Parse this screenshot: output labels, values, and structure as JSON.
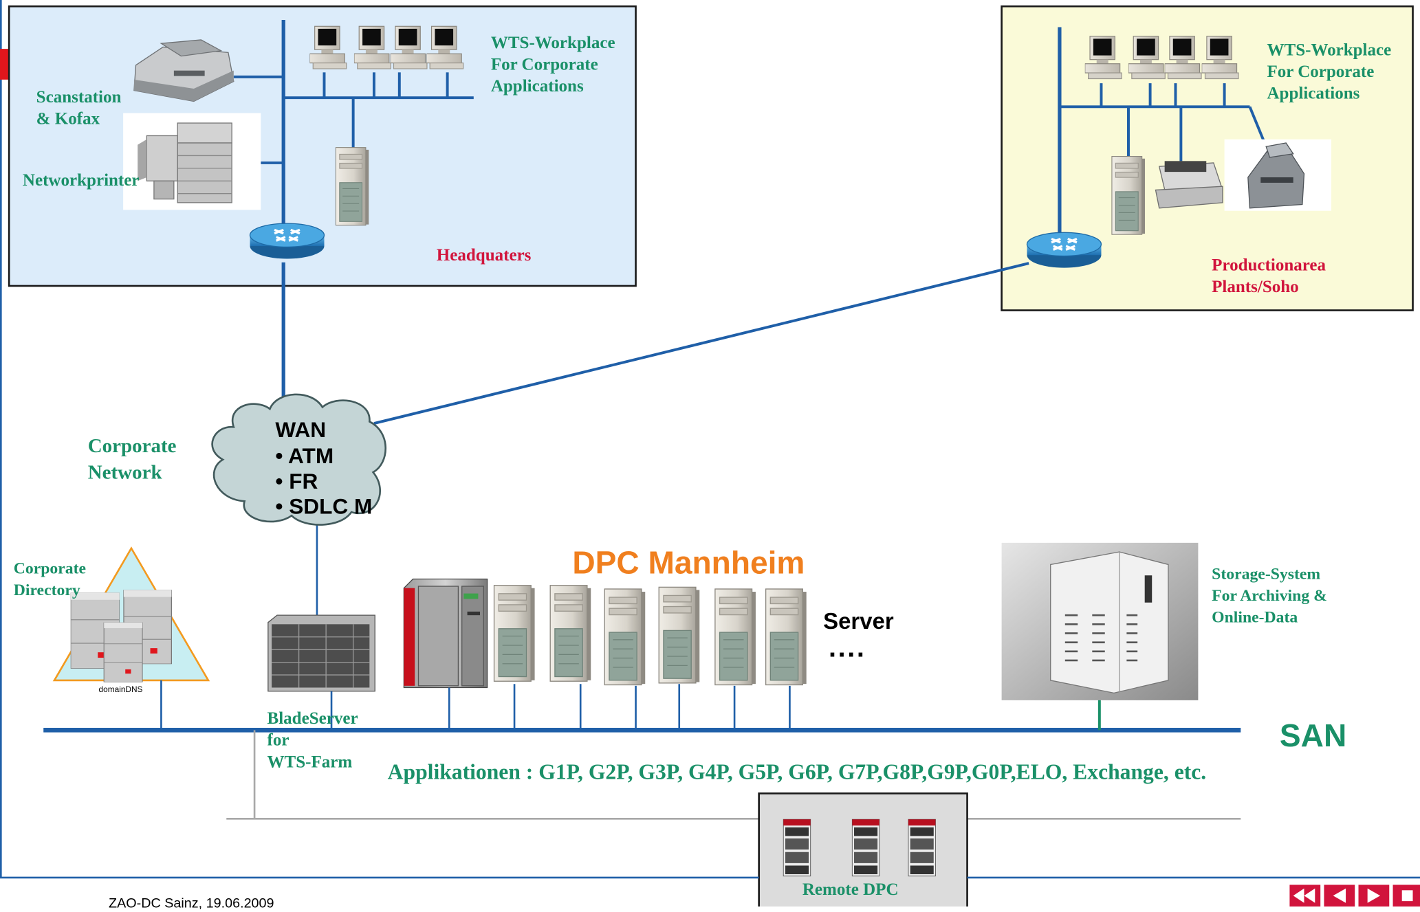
{
  "headquarters": {
    "area_label": "Headquaters",
    "workplace_label": "WTS-Workplace\nFor Corporate\nApplications",
    "scanstation_label": "Scanstation\n& Kofax",
    "printer_label": "Networkprinter"
  },
  "production": {
    "area_label": "Productionarea\nPlants/Soho",
    "workplace_label": "WTS-Workplace\nFor Corporate\nApplications"
  },
  "network": {
    "corporate_label": "Corporate\nNetwork",
    "wan_title": "WAN",
    "wan_items": [
      "• ATM",
      "• FR",
      "• SDLC"
    ],
    "wan_overflow": "M"
  },
  "dpc": {
    "title": "DPC Mannheim",
    "server_label": "Server",
    "ellipsis": "....",
    "directory_label": "Corporate\nDirectory",
    "domain_label": "domainDNS",
    "blade_label": "BladeServer\nfor\nWTS-Farm",
    "storage_label": "Storage-System\nFor Archiving &\nOnline-Data",
    "san_label": "SAN",
    "applications": "Applikationen : G1P, G2P, G3P, G4P, G5P, G6P, G7P,G8P,G9P,G0P,ELO, Exchange, etc.",
    "remote_label": "Remote DPC"
  },
  "footer": {
    "author": "ZAO-DC Sainz, 19.06.2009"
  },
  "colors": {
    "network_line": "#1f5fa8",
    "hq_fill": "#dcecfa",
    "production_fill": "#fafad8",
    "label_green": "#1a9068",
    "label_red": "#d1143c",
    "title_orange": "#f07f1e",
    "nav_red": "#d1143c"
  }
}
